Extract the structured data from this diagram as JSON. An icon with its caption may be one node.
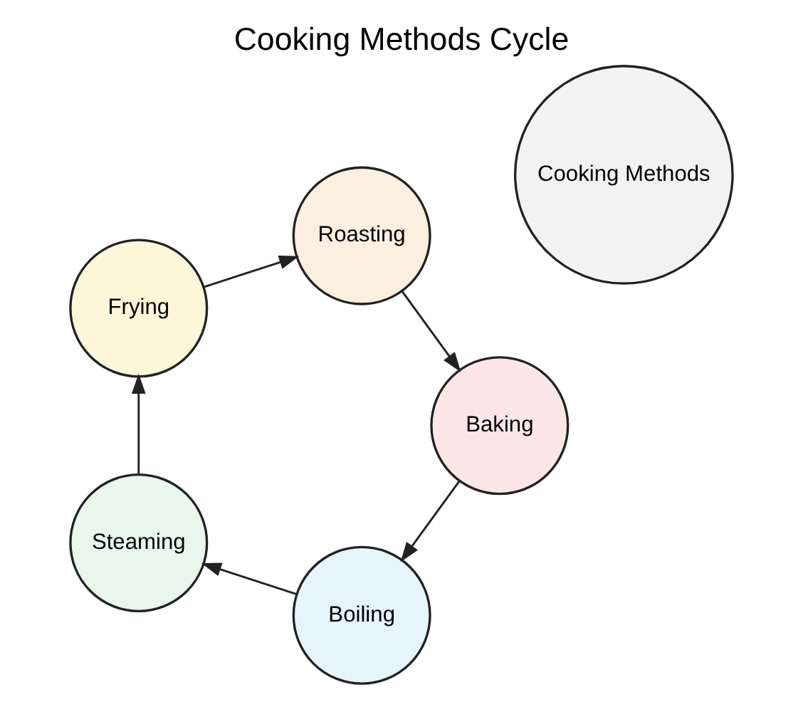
{
  "diagram": {
    "title": "Cooking Methods Cycle",
    "nodes": [
      {
        "text": [
          "Cooking Methods"
        ]
      },
      {
        "text": [
          "Boiling"
        ]
      },
      {
        "text": [
          "Steaming"
        ]
      },
      {
        "text": [
          "Frying"
        ]
      },
      {
        "text": [
          "Roasting"
        ]
      },
      {
        "text": [
          "Baking"
        ]
      }
    ],
    "edges": [
      {
        "from": 1,
        "to": 2,
        "arrow": "to"
      },
      {
        "from": 2,
        "to": 3,
        "arrow": "to"
      },
      {
        "from": 3,
        "to": 4,
        "arrow": "to"
      },
      {
        "from": 4,
        "to": 5,
        "arrow": "to"
      },
      {
        "from": 5,
        "to": 1,
        "arrow": "to"
      }
    ]
  }
}
